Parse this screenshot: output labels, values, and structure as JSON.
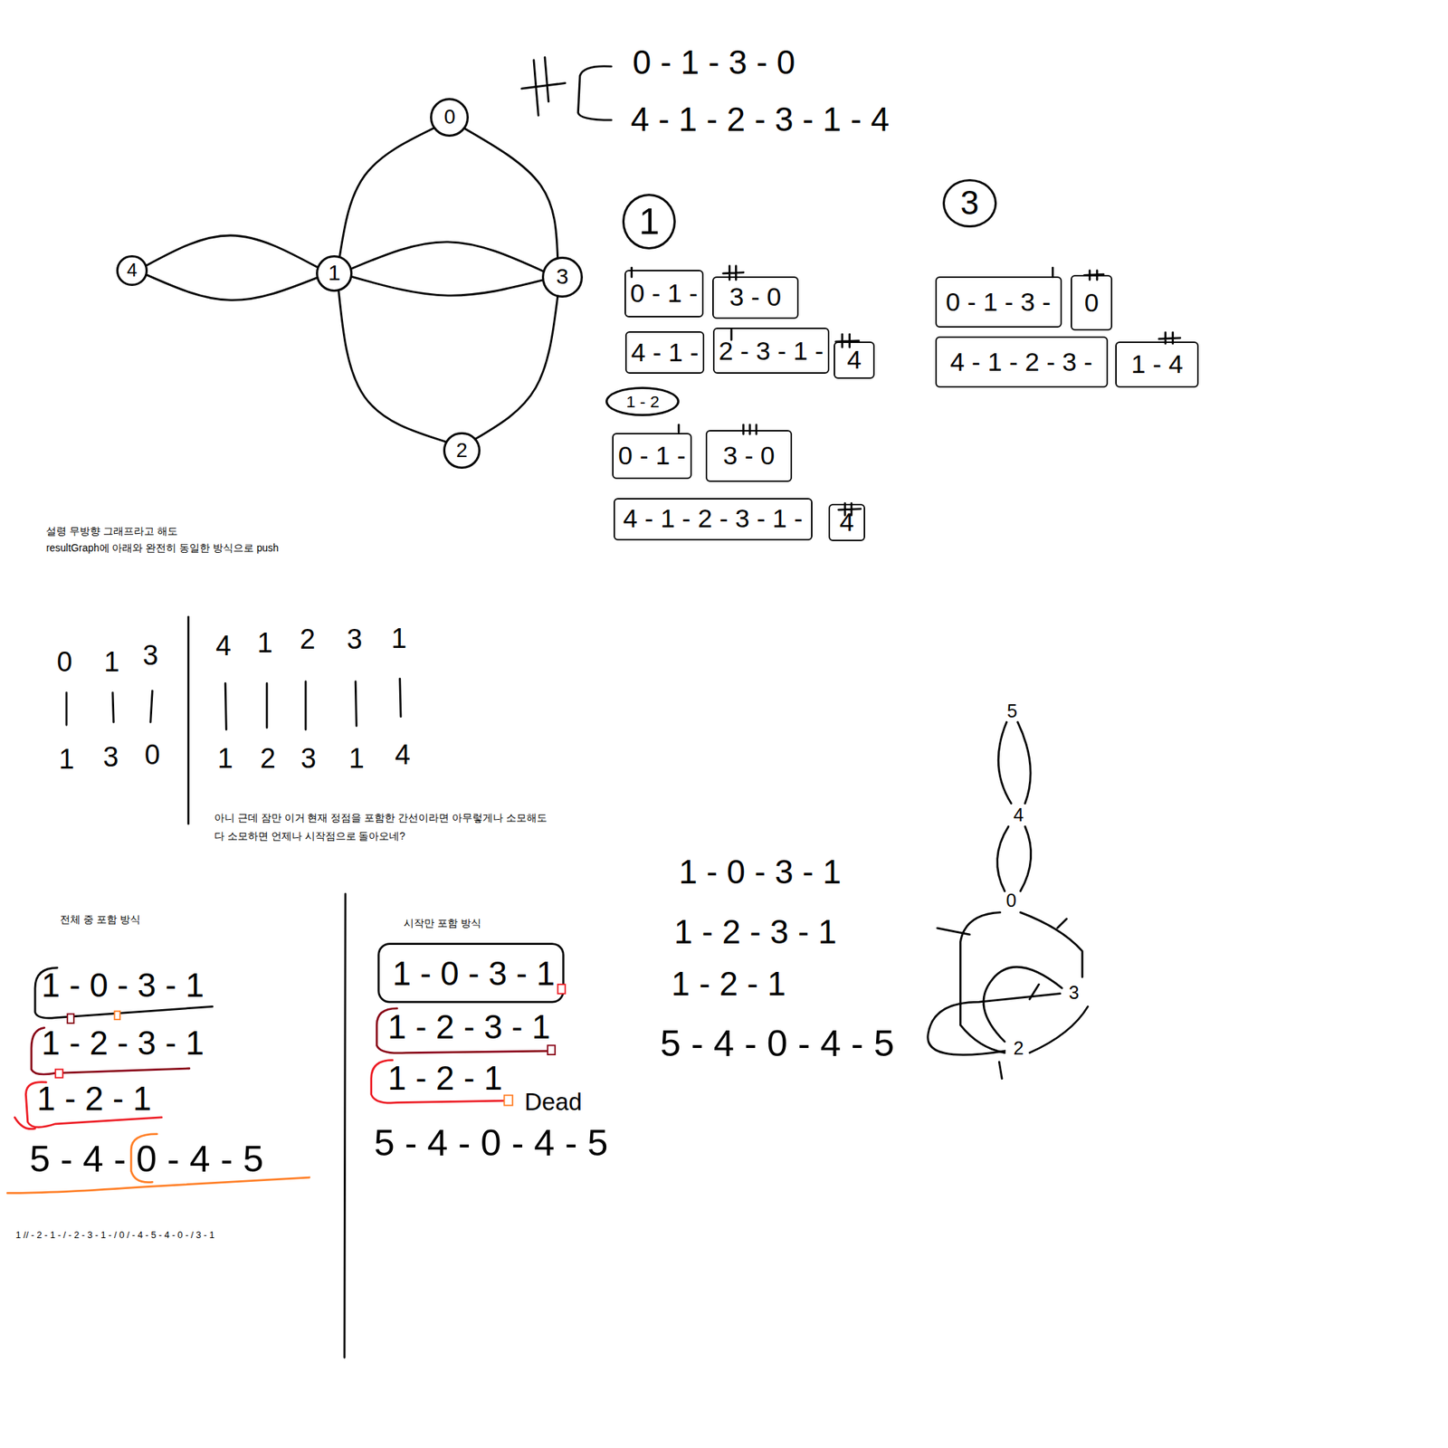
{
  "diagram": {
    "nodes": [
      {
        "text": [
          "0"
        ]
      },
      {
        "text": [
          "4"
        ]
      },
      {
        "text": [
          "1"
        ]
      },
      {
        "text": [
          "3"
        ]
      },
      {
        "text": [
          "2"
        ]
      },
      {
        "text": [
          "1"
        ]
      },
      {
        "text": [
          "3"
        ]
      },
      {
        "text": [
          "0 - 1 -"
        ]
      },
      {
        "text": [
          "3 - 0"
        ]
      },
      {
        "text": [
          "4 - 1 -"
        ]
      },
      {
        "text": [
          "2 - 3 - 1 -"
        ]
      },
      {
        "text": [
          "4"
        ]
      },
      {
        "text": [
          "1 - 2"
        ]
      },
      {
        "text": [
          "0 - 1 -"
        ]
      },
      {
        "text": [
          "3 - 0"
        ]
      },
      {
        "text": [
          "4 - 1 - 2 - 3 - 1 -"
        ]
      },
      {
        "text": [
          "4"
        ]
      },
      {
        "text": [
          "0 - 1 - 3 -"
        ]
      },
      {
        "text": [
          "0"
        ]
      },
      {
        "text": [
          "4 - 1 - 2 - 3 -"
        ]
      },
      {
        "text": [
          "1 - 4"
        ]
      }
    ],
    "edges": [
      {
        "from": 0,
        "to": 2,
        "arrow": "none"
      },
      {
        "from": 0,
        "to": 3,
        "arrow": "none"
      },
      {
        "from": 1,
        "to": 2,
        "arrow": "none"
      },
      {
        "from": 1,
        "to": 2,
        "arrow": "none"
      },
      {
        "from": 2,
        "to": 3,
        "arrow": "none"
      },
      {
        "from": 2,
        "to": 3,
        "arrow": "none"
      },
      {
        "from": 2,
        "to": 4,
        "arrow": "none"
      },
      {
        "from": 4,
        "to": 3,
        "arrow": "none"
      }
    ],
    "labels": [
      "0 - 1 - 3 - 0",
      "4 - 1 - 2 - 3 - 1 - 4",
      "설령 무방향 그래프라고 해도",
      "resultGraph에 아래와 완전히 동일한 방식으로 push",
      "0",
      "1",
      "3",
      "1",
      "3",
      "0",
      "4",
      "1",
      "2",
      "3",
      "1",
      "1",
      "2",
      "3",
      "1",
      "4",
      "아니 근데 잠만 이거 현재 정점을 포함한 간선이라면 아무렇게나 소모해도",
      "다 소모하면 언제나 시작점으로 돌아오네?",
      "전체 중 포함 방식",
      "시작만 포함 방식",
      "1 - 0 - 3 - 1",
      "1 - 2 - 3 - 1",
      "1 - 2 - 1",
      "5 - 4 - 0 - 4 - 5",
      "1 // - 2 - 1 - / - 2 - 3 - 1 - / 0 / - 4 - 5 - 4 - 0 - / 3 - 1",
      "1 - 0 - 3 - 1",
      "1 - 2 - 3 - 1",
      "1 - 2 - 1",
      "Dead",
      "5 - 4 - 0 - 4 - 5",
      "1 - 0 - 3 - 1",
      "1 - 2 - 3 - 1",
      "1 - 2 - 1",
      "5 - 4 - 0 - 4 - 5",
      "5",
      "4",
      "0",
      "3",
      "2"
    ]
  }
}
